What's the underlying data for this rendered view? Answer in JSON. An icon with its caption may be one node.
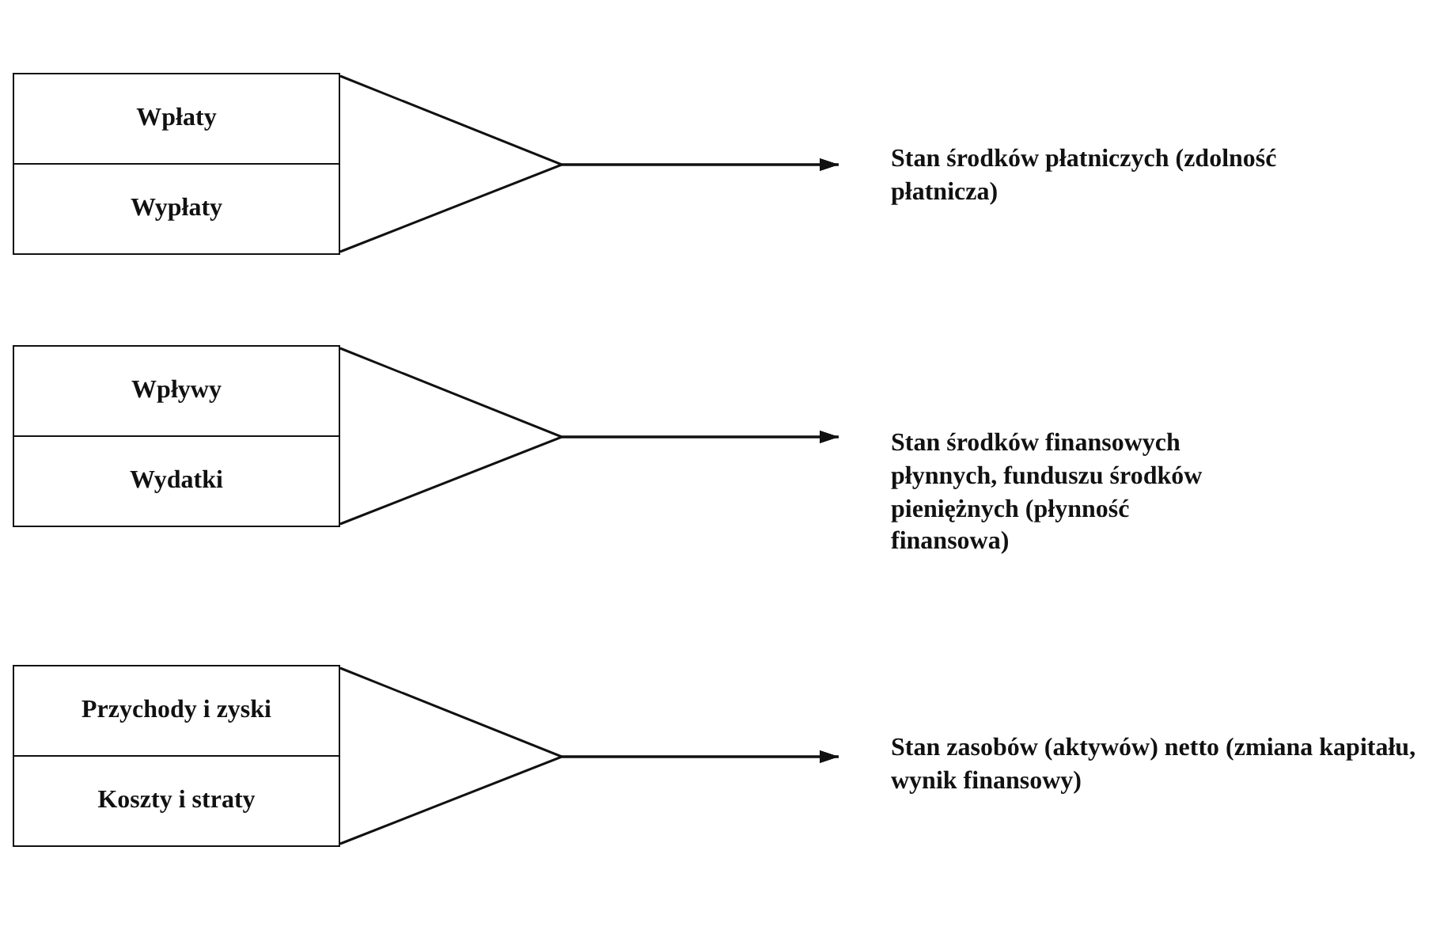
{
  "diagram": {
    "nodes": [
      {
        "text": [
          "Wpłaty"
        ]
      },
      {
        "text": [
          "Wypłaty"
        ]
      },
      {
        "text": [
          "Stan środków płatniczych (zdolność płatnicza)"
        ]
      },
      {
        "text": [
          "Wpływy"
        ]
      },
      {
        "text": [
          "Wydatki"
        ]
      },
      {
        "text": [
          "Stan środków finansowych płynnych, funduszu środków pieniężnych (płynność finansowa)"
        ]
      },
      {
        "text": [
          "Przychody i zyski"
        ]
      },
      {
        "text": [
          "Koszty i straty"
        ]
      },
      {
        "text": [
          "Stan zasobów (aktywów) netto (zmiana kapitału, wynik finansowy)"
        ]
      }
    ],
    "edges": [
      {
        "from": 0,
        "to": 2,
        "arrow": "to"
      },
      {
        "from": 1,
        "to": 2,
        "arrow": "to"
      },
      {
        "from": 3,
        "to": 5,
        "arrow": "to"
      },
      {
        "from": 4,
        "to": 5,
        "arrow": "to"
      },
      {
        "from": 6,
        "to": 8,
        "arrow": "to"
      },
      {
        "from": 7,
        "to": 8,
        "arrow": "to"
      }
    ]
  }
}
